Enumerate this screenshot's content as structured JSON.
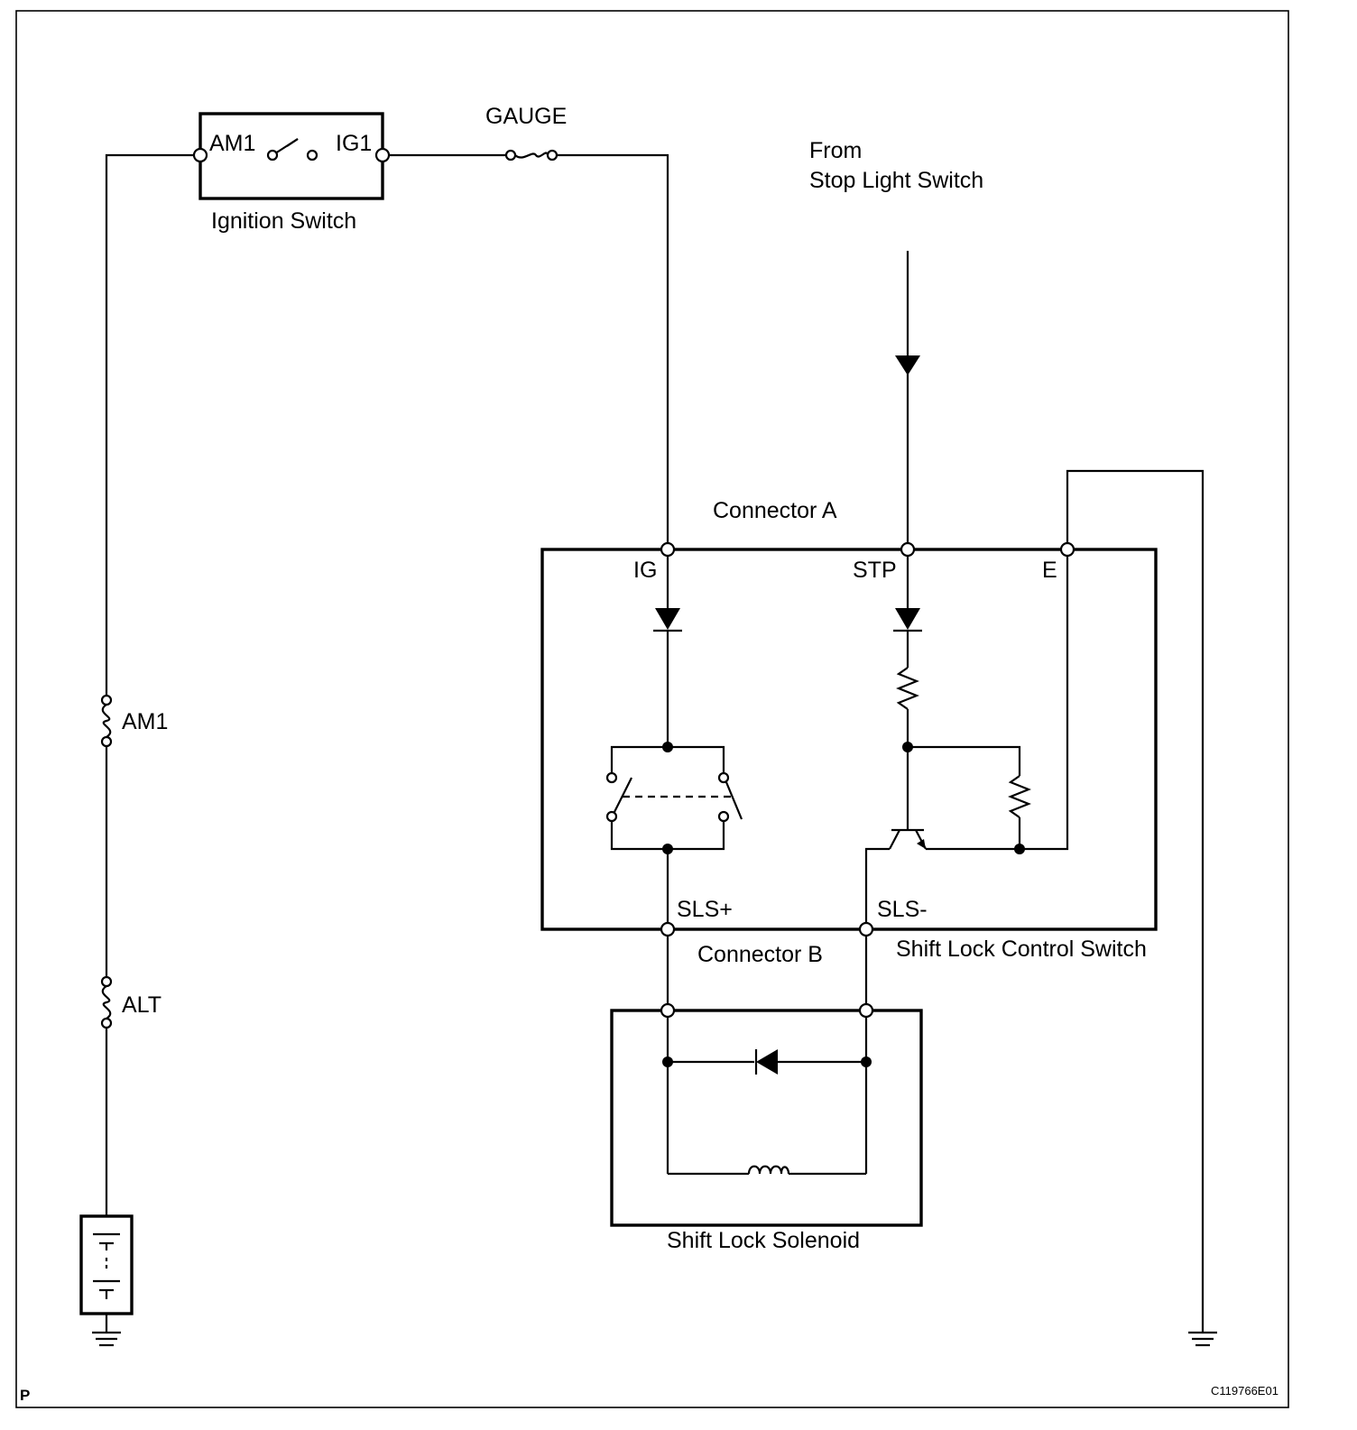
{
  "labels": {
    "gauge": "GAUGE",
    "from_line1": "From",
    "from_line2": "Stop Light Switch",
    "ign_am1": "AM1",
    "ign_ig1": "IG1",
    "ignition_switch": "Ignition Switch",
    "fuse_am1": "AM1",
    "fuse_alt": "ALT",
    "connector_a": "Connector A",
    "pin_ig": "IG",
    "pin_stp": "STP",
    "pin_e": "E",
    "pin_sls_plus": "SLS+",
    "pin_sls_minus": "SLS-",
    "connector_b": "Connector B",
    "shift_lock_control_switch": "Shift Lock Control Switch",
    "shift_lock_solenoid": "Shift Lock Solenoid",
    "corner_p": "P",
    "figure_code": "C119766E01"
  },
  "colors": {
    "line": "#000000",
    "background": "#ffffff"
  }
}
